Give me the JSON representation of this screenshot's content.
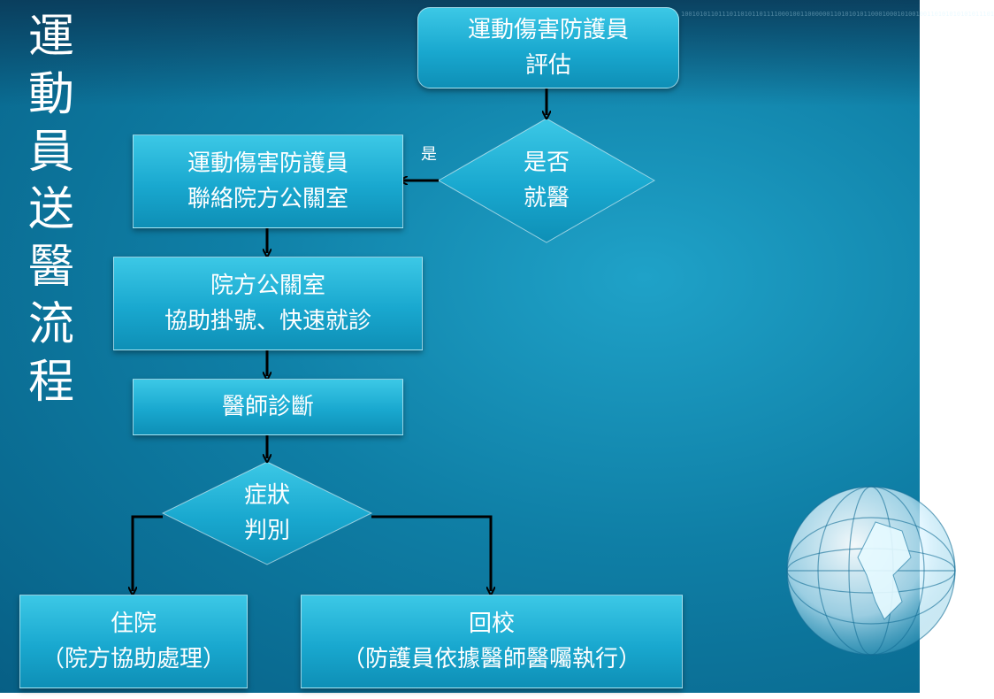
{
  "title_chars": [
    "運",
    "動",
    "員",
    "送",
    "醫",
    "流",
    "程"
  ],
  "nodes": {
    "assess": {
      "line1": "運動傷害防護員",
      "line2": "評估"
    },
    "decision_medical": {
      "line1": "是否",
      "line2": "就醫"
    },
    "contact_pr": {
      "line1": "運動傷害防護員",
      "line2": "聯絡院方公關室"
    },
    "pr_assist": {
      "line1": "院方公關室",
      "line2": "協助掛號、快速就診"
    },
    "diagnosis": {
      "line1": "醫師診斷"
    },
    "decision_symptom": {
      "line1": "症狀",
      "line2": "判別"
    },
    "hospitalize": {
      "line1": "住院",
      "line2": "（院方協助處理）"
    },
    "return_school": {
      "line1": "回校",
      "line2": "（防護員依據醫師醫囑執行）"
    }
  },
  "edge_labels": {
    "yes": "是"
  },
  "background_binary": "100101011011101101011011110001001100000011010101011000100010100100110101010101011101"
}
